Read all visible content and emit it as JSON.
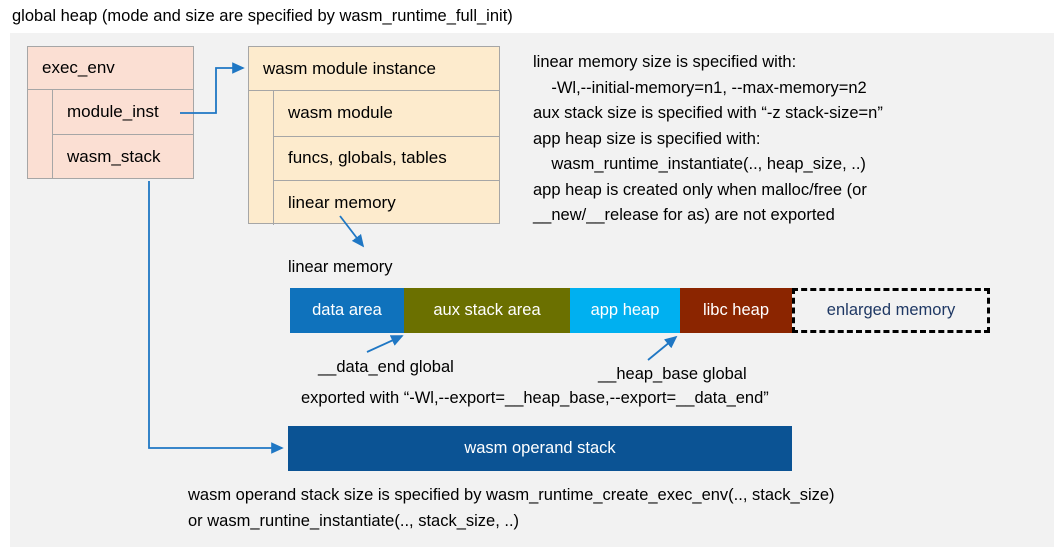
{
  "title": "global heap (mode and size are specified by wasm_runtime_full_init)",
  "colors": {
    "panel_bg": "#f2f2f2",
    "exec_env_fill": "#fbdfd3",
    "module_inst_fill": "#fdebcd",
    "box_border": "#a6a6a6",
    "connector": "#1f77c4",
    "data_area": "#0f72bc",
    "aux_stack_area": "#6b7000",
    "app_heap": "#00b0f0",
    "libc_heap": "#8b2500",
    "enlarged_memory_text": "#1f3864",
    "operand_stack": "#0b5394"
  },
  "exec_env": {
    "header": "exec_env",
    "fields": [
      "module_inst",
      "wasm_stack"
    ]
  },
  "module_instance": {
    "header": "wasm module instance",
    "fields": [
      "wasm module",
      "funcs, globals, tables",
      "linear memory"
    ]
  },
  "config_notes": "linear memory size is specified with:\n    -Wl,--initial-memory=n1, --max-memory=n2\naux stack size is specified with “-z stack-size=n”\napp heap size is specified with:\n    wasm_runtime_instantiate(.., heap_size, ..)\napp heap is created only when malloc/free (or\n__new/__release for as) are not exported",
  "linear_memory": {
    "caption": "linear memory",
    "segments": [
      {
        "label": "data area",
        "color": "#0f72bc",
        "width": 114,
        "text_color": "#ffffff",
        "dashed": false
      },
      {
        "label": "aux stack area",
        "color": "#6b7000",
        "width": 166,
        "text_color": "#ffffff",
        "dashed": false
      },
      {
        "label": "app heap",
        "color": "#00b0f0",
        "width": 110,
        "text_color": "#ffffff",
        "dashed": false
      },
      {
        "label": "libc heap",
        "color": "#8b2500",
        "width": 112,
        "text_color": "#ffffff",
        "dashed": false
      },
      {
        "label": "enlarged memory",
        "color": "#f2f2f2",
        "width": 198,
        "text_color": "#1f3864",
        "dashed": true
      }
    ]
  },
  "annotations": {
    "data_end": "__data_end global",
    "heap_base": "__heap_base global",
    "export_line": "exported with “-Wl,--export=__heap_base,--export=__data_end”"
  },
  "operand_stack": {
    "label": "wasm operand stack",
    "notes": "wasm operand stack size is specified by wasm_runtime_create_exec_env(.., stack_size)\nor wasm_runtine_instantiate(.., stack_size, ..)"
  }
}
